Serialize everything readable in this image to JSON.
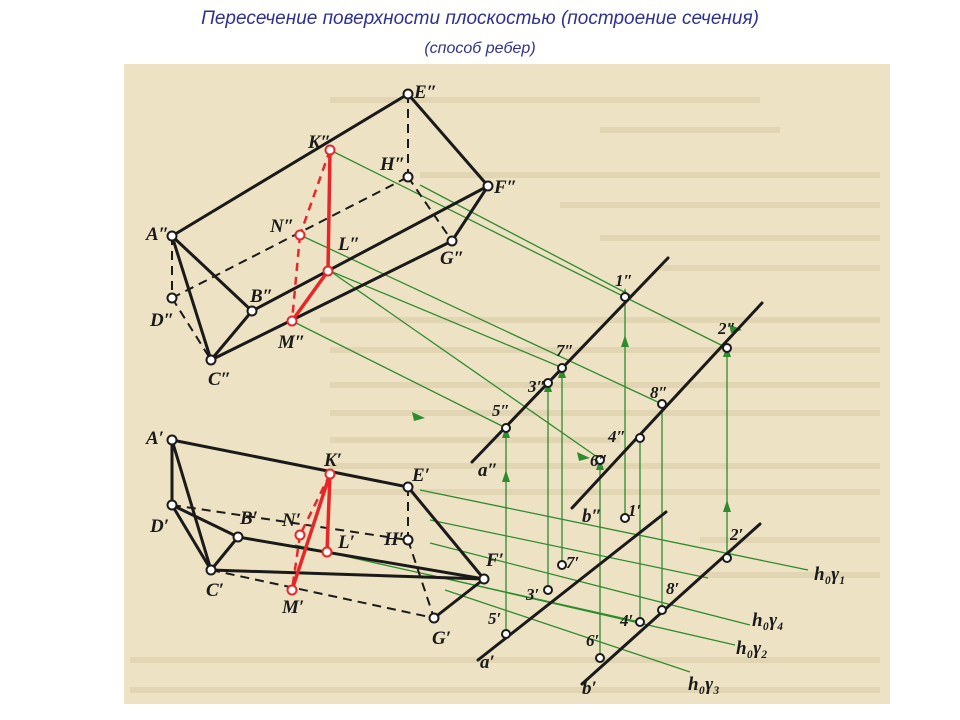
{
  "title": "Пересечение поверхности плоскостью (построение сечения)",
  "subtitle": "(способ ребер)",
  "colors": {
    "background": "#eee2c4",
    "edge": "#1a1a1a",
    "section": "#e8262a",
    "construction": "#2e8b2e",
    "title": "#2e3192"
  },
  "labels": {
    "E2": "E″",
    "K2": "K″",
    "H2": "H″",
    "F2": "F″",
    "A2": "A″",
    "N2": "N″",
    "L2": "L″",
    "G2": "G″",
    "B2": "B″",
    "D2": "D″",
    "M2": "M″",
    "C2": "C″",
    "A1": "A′",
    "K1": "K′",
    "E1": "E′",
    "D1": "D′",
    "B1": "B′",
    "N1": "N′",
    "L1": "L′",
    "H1": "H′",
    "F1": "F′",
    "C1": "C′",
    "M1": "M′",
    "G1": "G′",
    "p1_2": "1″",
    "p2_2": "2″",
    "p7_2": "7″",
    "p3_2": "3″",
    "p8_2": "8″",
    "p5_2": "5″",
    "p4_2": "4″",
    "p6_2": "6″",
    "a2": "a″",
    "b2": "b″",
    "p1_1": "1′",
    "p2_1": "2′",
    "p7_1": "7′",
    "p3_1": "3′",
    "p8_1": "8′",
    "p5_1": "5′",
    "p4_1": "4′",
    "p6_1": "6′",
    "a1": "a′",
    "b1": "b′",
    "h1": "h₀γ₁",
    "h4": "h₀γ₄",
    "h2": "h₀γ₂",
    "h3": "h₀γ₃"
  }
}
